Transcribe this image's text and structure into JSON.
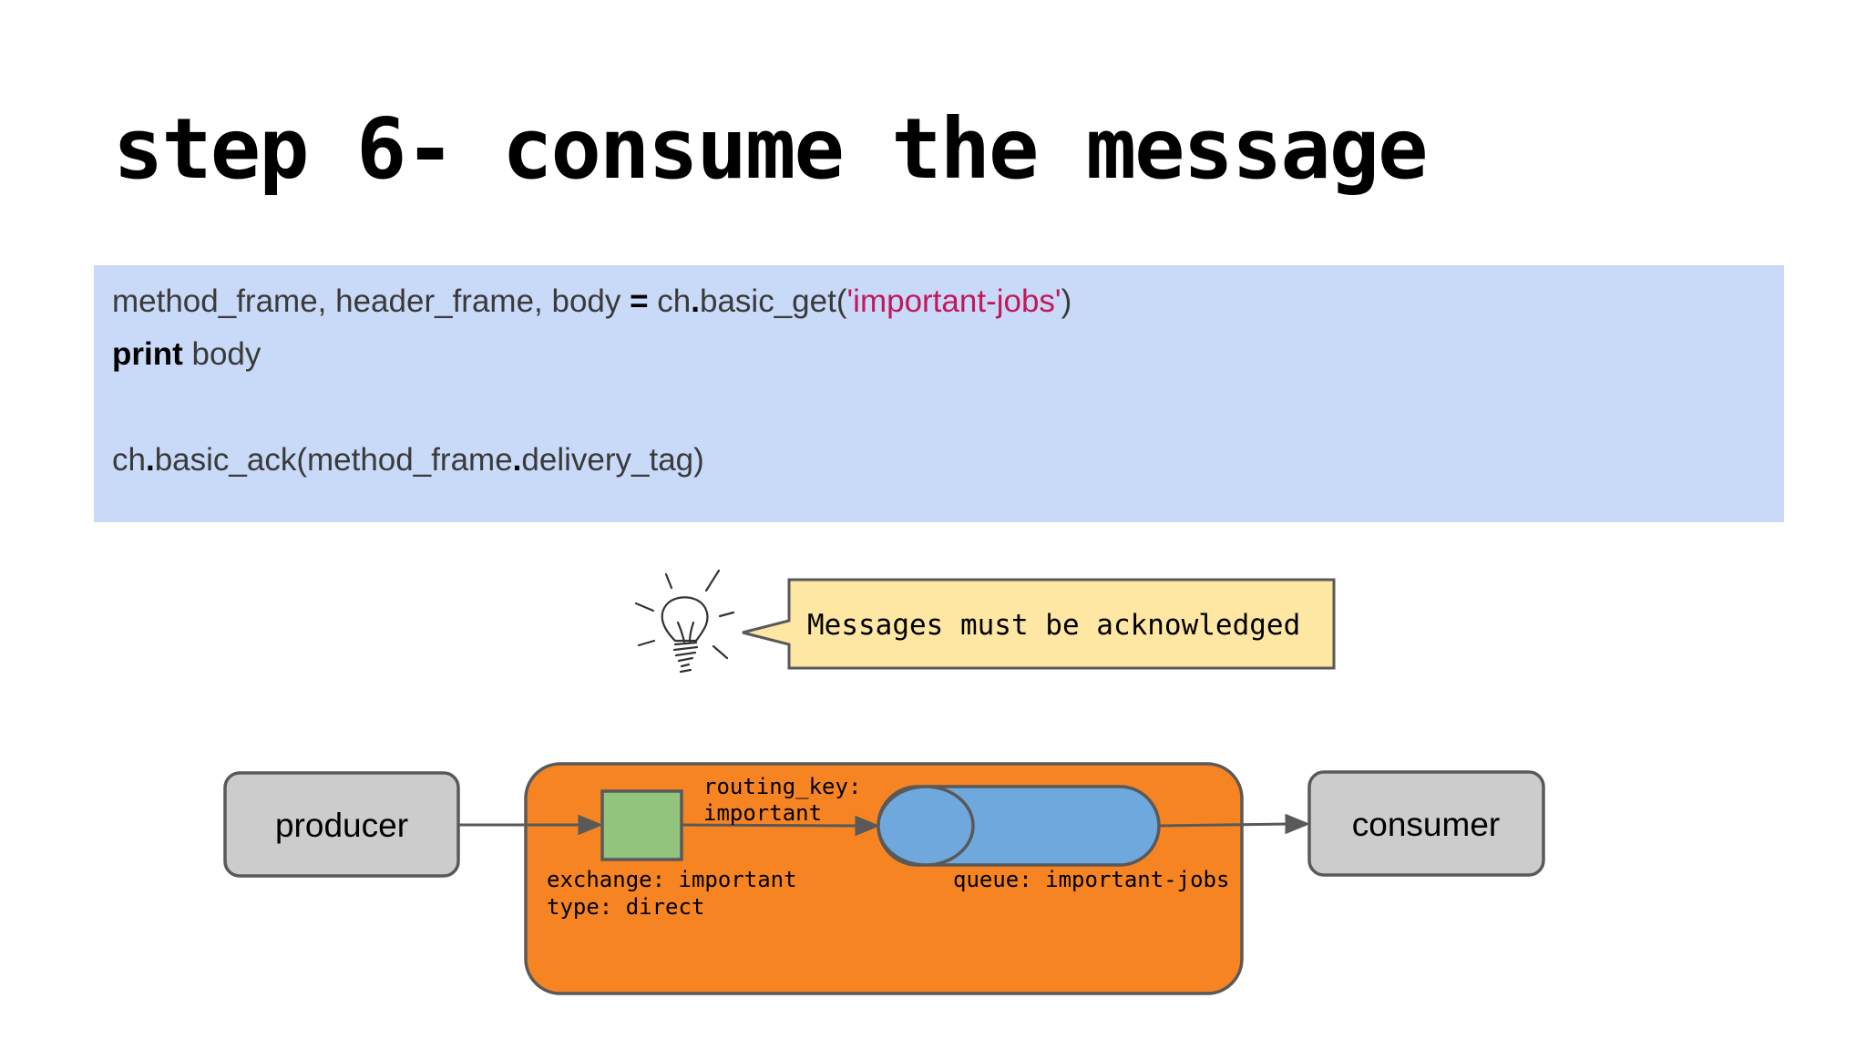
{
  "slide": {
    "title": "step 6- consume the message"
  },
  "code": {
    "line1": {
      "a": "method_frame, header_frame, body ",
      "eq": "=",
      "b": " ch",
      "dot": ".",
      "c": "basic_get(",
      "str": "'important-jobs'",
      "d": ")"
    },
    "line2": {
      "kw": "print",
      "rest": " body"
    },
    "line4": {
      "a": "ch",
      "dot1": ".",
      "b": "basic_ack(method_frame",
      "dot2": ".",
      "c": "delivery_tag)"
    }
  },
  "callout": {
    "text": "Messages must be acknowledged",
    "icon": "lightbulb-icon",
    "fill": "#fde7a3"
  },
  "diagram": {
    "producer_label": "producer",
    "consumer_label": "consumer",
    "routing_key_line1": "routing_key:",
    "routing_key_line2": "important",
    "exchange_line1": "exchange: important",
    "exchange_line2": "type: direct",
    "queue_label": "queue: important-jobs",
    "colors": {
      "container": "#f68422",
      "exchange": "#93c47d",
      "queue": "#6fa8dc",
      "node": "#cccccc",
      "stroke": "#595959"
    }
  }
}
